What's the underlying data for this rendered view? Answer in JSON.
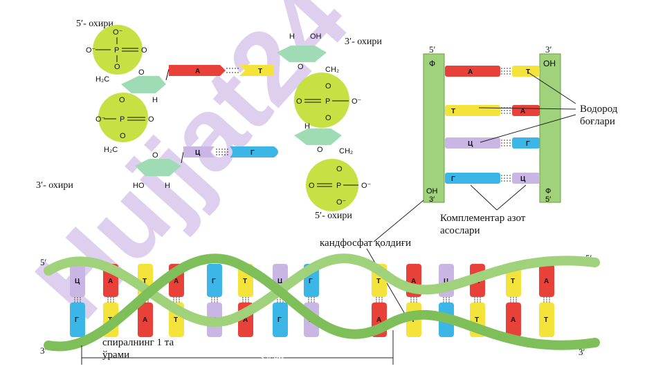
{
  "labels": {
    "end5_top": "5′- охири",
    "end3_top": "3′- охири",
    "end3_left": "3′- охири",
    "end5_bottom": "5′- охири",
    "hydrogen_line1": "Водород",
    "hydrogen_line2": "боғлари",
    "complementary_line1": "Комплементар азот",
    "complementary_line2": "асослари",
    "sugar_phosphate": "кандфосфат қолдиғи",
    "turn_line1": "спиралнинг 1 та",
    "turn_line2": "ўрами",
    "distance": "— 3,4 нм",
    "helix_5_left": "5′",
    "helix_5_right": "5′",
    "helix_3_left": "3′",
    "helix_3_right": "3′"
  },
  "ladder": {
    "left_top": "5′",
    "right_top": "3′",
    "left_cap": "Ф",
    "right_cap": "ОН",
    "left_bottom_oh": "ОН",
    "left_bottom_3": "3′",
    "right_bottom_f": "Ф",
    "right_bottom_5": "5′",
    "pairs": [
      {
        "left": "А",
        "right": "Т",
        "left_color": "#e8413a",
        "right_color": "#f4e33a"
      },
      {
        "left": "Т",
        "right": "А",
        "left_color": "#f4e33a",
        "right_color": "#e8413a"
      },
      {
        "left": "Ц",
        "right": "Г",
        "left_color": "#c9b6e4",
        "right_color": "#3bb6e6"
      },
      {
        "left": "Г",
        "right": "Ц",
        "left_color": "#3bb6e6",
        "right_color": "#c9b6e4"
      }
    ]
  },
  "chemistry": {
    "o_minus": "O⁻",
    "o_minus_left": "O⁻",
    "p": "P",
    "o": "O",
    "h2c": "H₂C",
    "ch2": "CH₂",
    "h": "H",
    "oh": "OH",
    "ho": "HO",
    "bases": {
      "a": "А",
      "t": "Т",
      "c": "Ц",
      "g": "Г"
    }
  },
  "helix_bases": [
    "Ц",
    "Г",
    "А",
    "Т",
    "Т",
    "А",
    "А",
    "Т",
    "Г",
    "Ц",
    "Т",
    "А",
    "Ц",
    "Г",
    "Г",
    "Ц",
    "Т",
    "А",
    "А",
    "Т"
  ],
  "colors": {
    "adenine": "#e8413a",
    "thymine": "#f4e33a",
    "cytosine": "#c9b6e4",
    "guanine": "#3bb6e6",
    "backbone": "#9fd27a",
    "phosphate": "#c7e043",
    "sugar": "#9fdcb6",
    "watermark": "#8a55c8"
  },
  "watermark_text": "Hujjat24"
}
